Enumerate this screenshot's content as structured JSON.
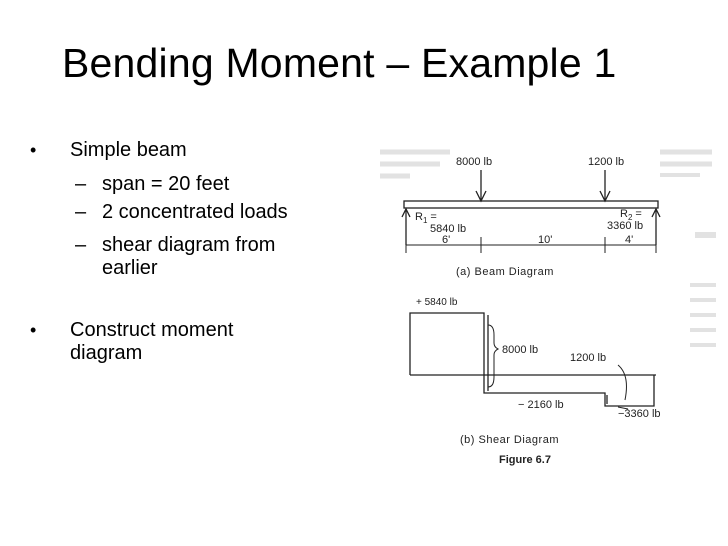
{
  "slide": {
    "title": "Bending Moment – Example 1",
    "bullets": [
      {
        "text": "Simple beam",
        "subitems": [
          "span = 20 feet",
          "2 concentrated loads",
          "shear diagram from",
          "earlier"
        ]
      },
      {
        "text": "Construct moment",
        "text2": "diagram"
      }
    ]
  },
  "figure": {
    "load_left": "8000 lb",
    "load_right": "1200 lb",
    "r1_label": "R",
    "r1_sub": "1",
    "r1_eq": "=",
    "r1_value": "5840 lb",
    "r2_label": "R",
    "r2_sub": "2",
    "r2_eq": "=",
    "r2_value": "3360 lb",
    "dim_left": "6'",
    "dim_mid": "10'",
    "dim_right": "4'",
    "caption_a": "(a)  Beam  Diagram",
    "shear_pos": "+ 5840 lb",
    "shear_8000": "8000 lb",
    "shear_1200": "1200 lb",
    "shear_neg": "− 2160  lb",
    "shear_end": "−3360 lb",
    "caption_b": "(b)  Shear  Diagram",
    "figure_label": "Figure 6.7"
  }
}
